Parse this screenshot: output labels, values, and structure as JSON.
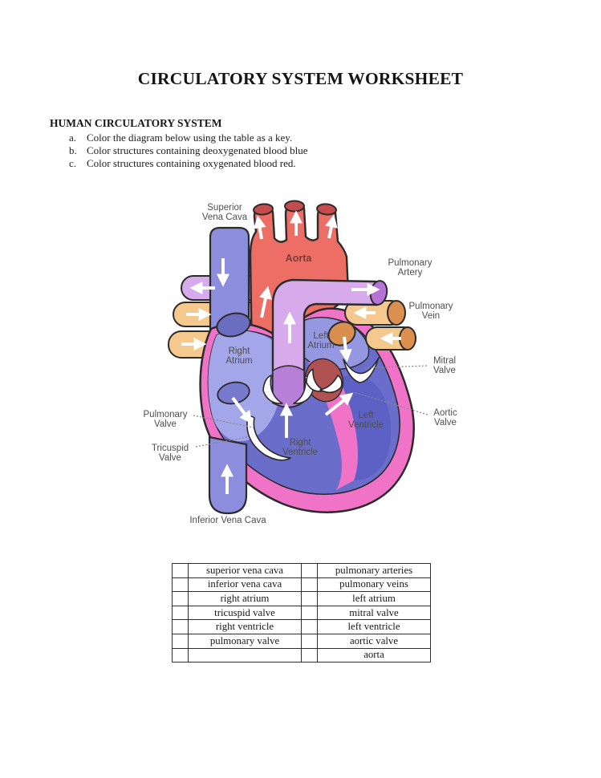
{
  "title": "CIRCULATORY SYSTEM WORKSHEET",
  "section": {
    "heading": "HUMAN CIRCULATORY SYSTEM",
    "instructions": [
      {
        "marker": "a.",
        "text": "Color the diagram below using the table as a key."
      },
      {
        "marker": "b.",
        "text": "Color structures containing deoxygenated blood blue"
      },
      {
        "marker": "c.",
        "text": "Color structures containing oxygenated blood red."
      }
    ]
  },
  "diagram": {
    "labels": {
      "superior_vena_cava": {
        "line1": "Superior",
        "line2": "Vena Cava"
      },
      "aorta": {
        "line1": "Aorta"
      },
      "pulmonary_artery": {
        "line1": "Pulmonary",
        "line2": "Artery"
      },
      "pulmonary_vein": {
        "line1": "Pulmonary",
        "line2": "Vein"
      },
      "left_atrium": {
        "line1": "Left",
        "line2": "Atrium"
      },
      "right_atrium": {
        "line1": "Right",
        "line2": "Atrium"
      },
      "mitral_valve": {
        "line1": "Mitral",
        "line2": "Valve"
      },
      "aortic_valve": {
        "line1": "Aortic",
        "line2": "Valve"
      },
      "left_ventricle": {
        "line1": "Left",
        "line2": "Ventricle"
      },
      "right_ventricle": {
        "line1": "Right",
        "line2": "Ventricle"
      },
      "pulmonary_valve": {
        "line1": "Pulmonary",
        "line2": "Valve"
      },
      "tricuspid_valve": {
        "line1": "Tricuspid",
        "line2": "Valve"
      },
      "inferior_vena_cava": {
        "line1": "Inferior Vena Cava"
      }
    },
    "colors": {
      "vena_cava_blue": "#8c8edd",
      "aorta_red": "#ec6e64",
      "aorta_cap_dark_red": "#c44c4c",
      "pulmonary_artery_lavender": "#d6aaeb",
      "pulmonary_trunk_purple": "#b87fd9",
      "pulmonary_vein_orange": "#f5c88e",
      "pulmonary_vein_cap_orange": "#dc9050",
      "heart_wall_pink": "#f173c8",
      "atrium_periwinkle": "#a3a6e8",
      "left_atrium_blue": "#9598e0",
      "ventricle_blue": "#6a6dca",
      "left_ventricle_blue": "#5d60c5",
      "aortic_root_red": "#b05252",
      "flow_arrow_white": "#ffffff",
      "label_gray": "#4e4e4e"
    }
  },
  "key_table": {
    "rows": [
      {
        "left": "superior vena cava",
        "right": "pulmonary arteries"
      },
      {
        "left": "inferior vena cava",
        "right": "pulmonary veins"
      },
      {
        "left": "right atrium",
        "right": "left atrium"
      },
      {
        "left": "tricuspid valve",
        "right": "mitral valve"
      },
      {
        "left": "right ventricle",
        "right": "left ventricle"
      },
      {
        "left": "pulmonary valve",
        "right": "aortic valve"
      },
      {
        "left": "",
        "right": "aorta"
      }
    ]
  }
}
